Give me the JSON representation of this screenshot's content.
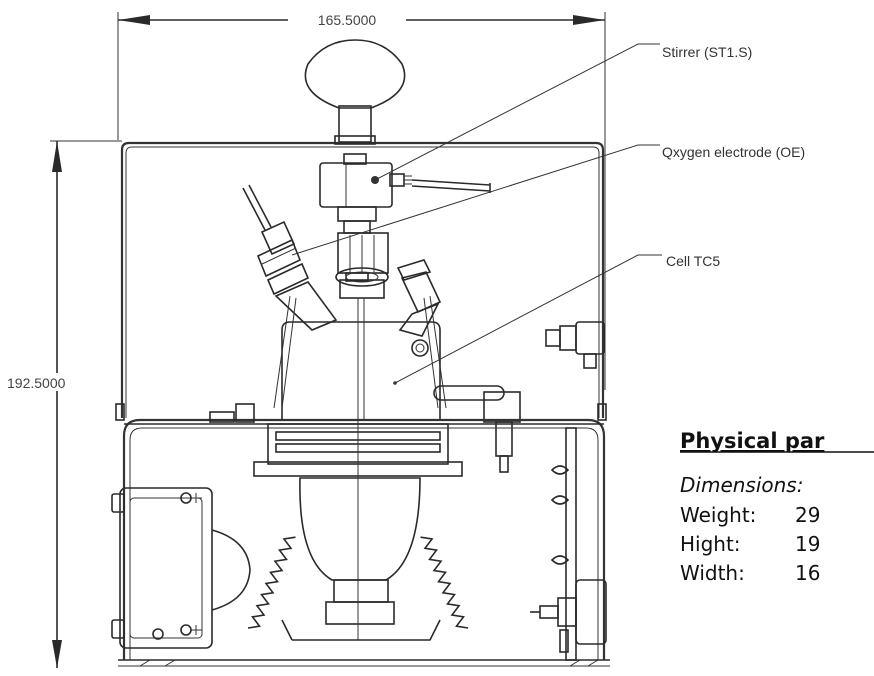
{
  "dimensions": {
    "width_label": "165.5000",
    "height_label": "192.5000"
  },
  "callouts": [
    {
      "label": "Stirrer (ST1.S)"
    },
    {
      "label": "Qxygen electrode (OE)"
    },
    {
      "label": "Cell TC5"
    }
  ],
  "physical_params": {
    "title": "Physical par",
    "subtitle": "Dimensions:",
    "rows": [
      {
        "label": "Weight:",
        "value": "29"
      },
      {
        "label": "Hight:",
        "value": "19"
      },
      {
        "label": "Width:",
        "value": "16"
      }
    ]
  }
}
